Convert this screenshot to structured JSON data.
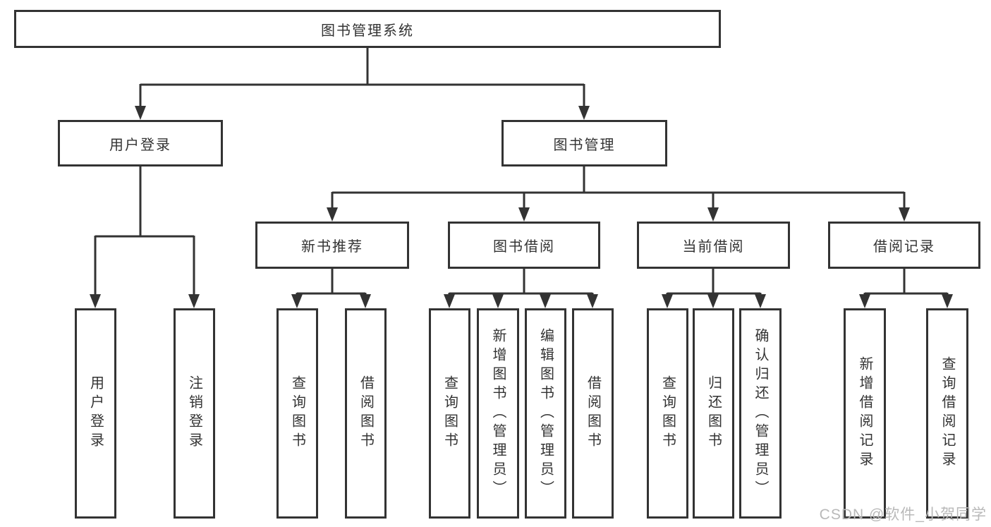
{
  "diagram_type": "hierarchy-tree",
  "nodes": {
    "root": {
      "label": "图书管理系统"
    },
    "level2": [
      {
        "label": "用户登录"
      },
      {
        "label": "图书管理"
      }
    ],
    "level3": [
      {
        "label": "新书推荐"
      },
      {
        "label": "图书借阅"
      },
      {
        "label": "当前借阅"
      },
      {
        "label": "借阅记录"
      }
    ],
    "leaves": {
      "user_login": [
        "用户登录",
        "注销登录"
      ],
      "new_book_recommend": [
        "查询图书",
        "借阅图书"
      ],
      "book_borrow": [
        "查询图书",
        "新增图书（管理员）",
        "编辑图书（管理员）",
        "借阅图书"
      ],
      "current_borrow": [
        "查询图书",
        "归还图书",
        "确认归还（管理员）"
      ],
      "borrow_record": [
        "新增借阅记录",
        "查询借阅记录"
      ]
    }
  },
  "watermark": {
    "text": "CSDN @软件_小贺同学"
  },
  "colors": {
    "line": "#333333",
    "box_border": "#333333",
    "text": "#333333",
    "watermark": "#b9b9b9",
    "background": "#ffffff"
  }
}
